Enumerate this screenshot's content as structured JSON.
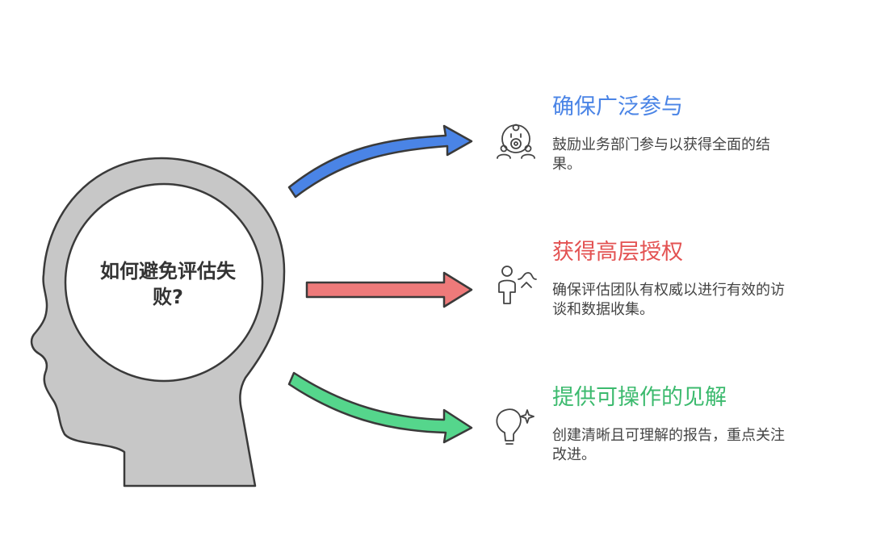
{
  "center": {
    "line1": "如何避免评估失",
    "line2": "败?"
  },
  "items": [
    {
      "title": "确保广泛参与",
      "desc1": "鼓励业务部门参与以获得全面的结",
      "desc2": "果。",
      "color": "#4a84e6",
      "icon": "people-gear-icon"
    },
    {
      "title": "获得高层授权",
      "desc1": "确保评估团队有权威以进行有效的访",
      "desc2": "谈和数据收集。",
      "color": "#e35252",
      "icon": "person-authority-icon"
    },
    {
      "title": "提供可操作的见解",
      "desc1": "创建清晰且可理解的报告，重点关注",
      "desc2": "改进。",
      "color": "#3cba6e",
      "icon": "lightbulb-sparkle-icon"
    }
  ],
  "colors": {
    "head": "#c7c7c7",
    "outline": "#3a3a3a",
    "blue": "#4a84e6",
    "red": "#ee7a7a",
    "green": "#55d68c"
  }
}
